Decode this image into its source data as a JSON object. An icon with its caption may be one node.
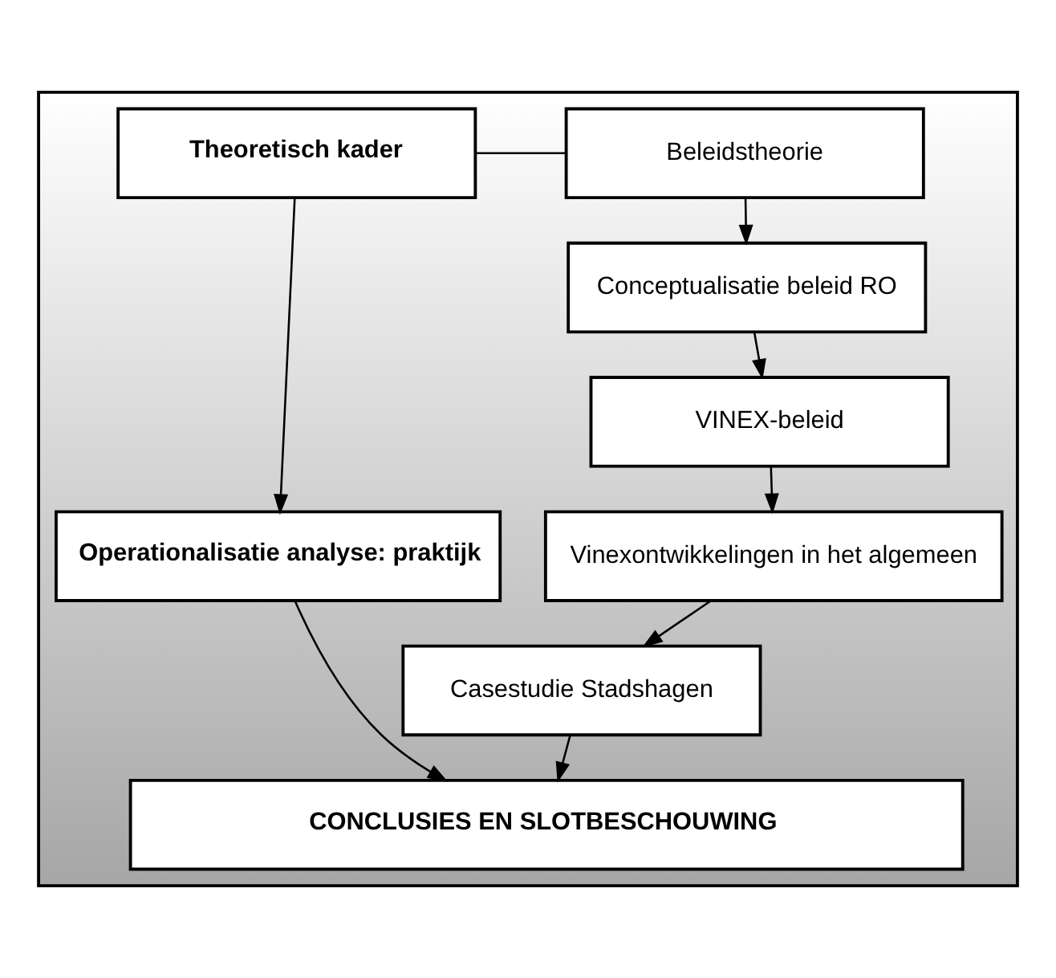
{
  "diagram": {
    "nodes": [
      {
        "text": [],
        "shape": "box"
      },
      {
        "text": [
          "Theoretisch kader"
        ],
        "in": 0
      },
      {
        "text": [
          "Beleidstheorie"
        ],
        "in": 0
      },
      {
        "text": [
          "Conceptualisatie beleid RO"
        ],
        "in": 0
      },
      {
        "text": [
          "VINEX-beleid"
        ],
        "in": 0
      },
      {
        "text": [
          "Operationalisatie analyse: praktijk"
        ],
        "in": 0
      },
      {
        "text": [
          "Vinexontwikkelingen in het algemeen"
        ],
        "in": 0
      },
      {
        "text": [
          "Casestudie Stadshagen"
        ],
        "in": 0
      },
      {
        "text": [
          "CONCLUSIES EN SLOTBESCHOUWING"
        ],
        "in": 0
      }
    ],
    "edges": [
      {
        "from": 1,
        "to": 2,
        "arrow": "none"
      },
      {
        "from": 2,
        "to": 3,
        "arrow": "to"
      },
      {
        "from": 3,
        "to": 4,
        "arrow": "to"
      },
      {
        "from": 1,
        "to": 5,
        "arrow": "to"
      },
      {
        "from": 4,
        "to": 6,
        "arrow": "to"
      },
      {
        "from": 6,
        "to": 7,
        "arrow": "to"
      },
      {
        "from": 5,
        "to": 8,
        "arrow": "to"
      },
      {
        "from": 7,
        "to": 8,
        "arrow": "to"
      }
    ]
  }
}
